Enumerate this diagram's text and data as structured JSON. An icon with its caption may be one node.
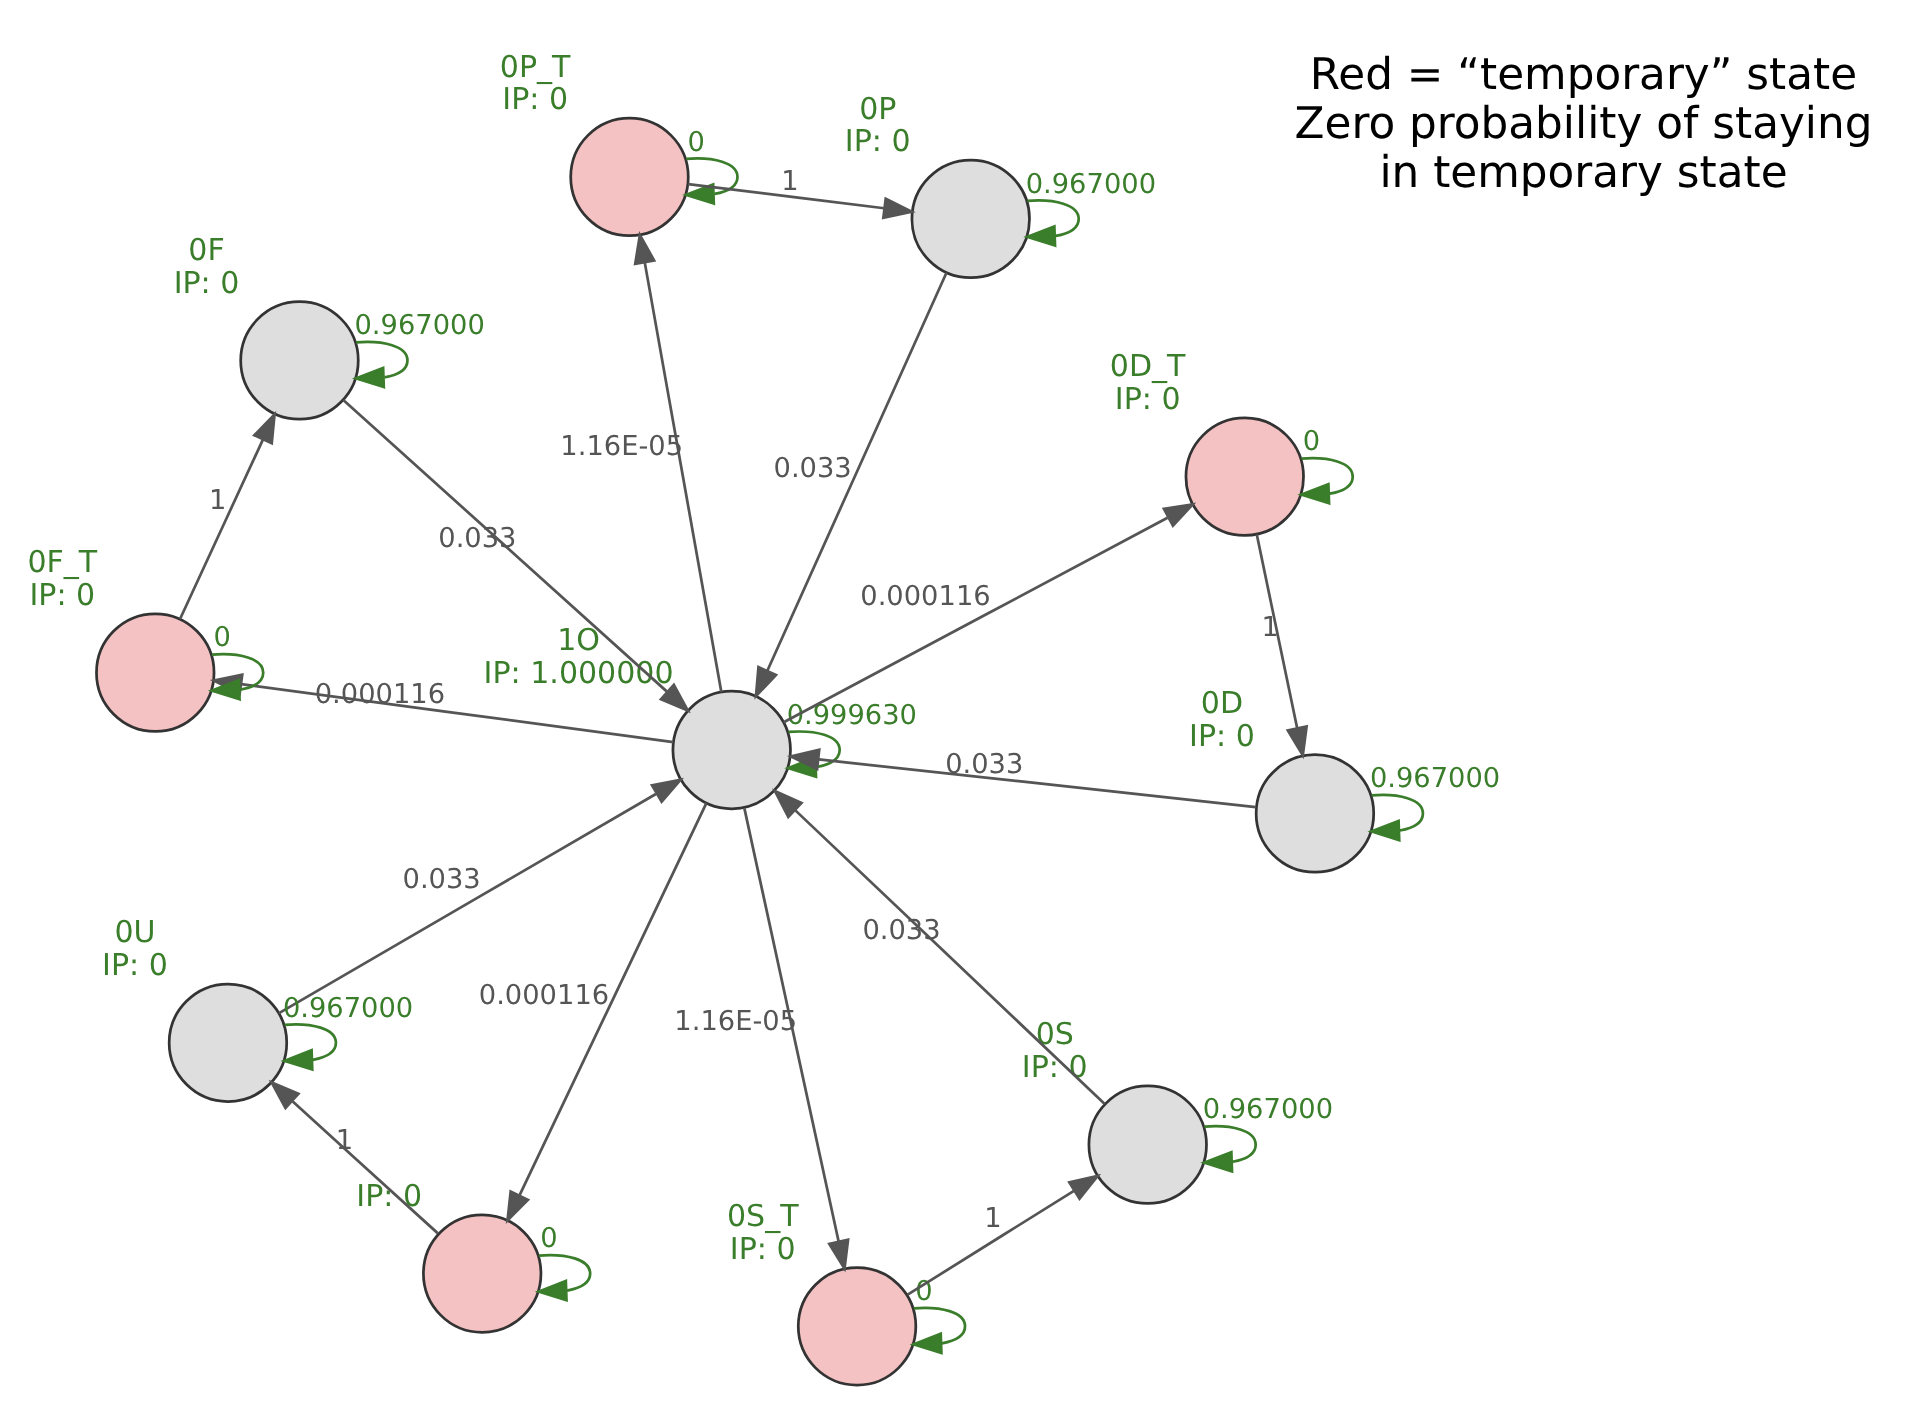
{
  "diagram": {
    "nodes": [
      {
        "text": [
          "0P_T"
        ],
        "beside": [
          "IP: 0"
        ]
      },
      {
        "text": [
          "0P"
        ],
        "beside": [
          "IP: 0"
        ]
      },
      {
        "text": [
          "0S_T"
        ],
        "beside": [
          "IP: 0"
        ]
      },
      {
        "text": [
          "0F"
        ],
        "beside": [
          "IP: 0"
        ]
      },
      {
        "text": [
          "0S"
        ],
        "beside": [
          "IP: 0"
        ]
      },
      {
        "text": [
          "1O"
        ],
        "beside": [
          "IP: 1.000000"
        ]
      },
      {
        "text": [
          "0F_T"
        ],
        "beside": [
          "IP: 0"
        ]
      },
      {
        "text": [
          "0D_T"
        ],
        "beside": [
          "IP: 0"
        ]
      },
      {
        "text": [
          "0U"
        ],
        "beside": [
          "IP: 0"
        ]
      },
      {
        "text": [
          "0D"
        ],
        "beside": [
          "IP: 0"
        ]
      },
      {
        "text": [],
        "shape": "circle",
        "beside": [
          "IP: 0"
        ]
      }
    ],
    "edges": [
      {
        "from": 0,
        "to": 0,
        "arrow": "to",
        "label": "0",
        "color": "#3a7d2a"
      },
      {
        "from": 1,
        "to": 1,
        "arrow": "to",
        "label": "0.967000",
        "color": "#3a7d2a"
      },
      {
        "from": 2,
        "to": 2,
        "arrow": "to",
        "label": "0",
        "color": "#3a7d2a"
      },
      {
        "from": 3,
        "to": 3,
        "arrow": "to",
        "label": "0.967000",
        "color": "#3a7d2a"
      },
      {
        "from": 4,
        "to": 4,
        "arrow": "to",
        "label": "0.967000",
        "color": "#3a7d2a"
      },
      {
        "from": 5,
        "to": 5,
        "arrow": "to",
        "label": "0.999630",
        "color": "#3a7d2a"
      },
      {
        "from": 6,
        "to": 6,
        "arrow": "to",
        "label": "0",
        "color": "#3a7d2a"
      },
      {
        "from": 7,
        "to": 7,
        "arrow": "to",
        "label": "0",
        "color": "#3a7d2a"
      },
      {
        "from": 8,
        "to": 8,
        "arrow": "to",
        "label": "0.967000",
        "color": "#3a7d2a"
      },
      {
        "from": 9,
        "to": 9,
        "arrow": "to",
        "label": "0.967000",
        "color": "#3a7d2a"
      },
      {
        "from": 10,
        "to": 10,
        "arrow": "to",
        "label": "0",
        "color": "#3a7d2a"
      },
      {
        "from": 0,
        "to": 1,
        "arrow": "to",
        "label": "1"
      },
      {
        "from": 1,
        "to": 5,
        "arrow": "to",
        "label": "0.033"
      },
      {
        "from": 5,
        "to": 0,
        "arrow": "to",
        "label": "1.16E-05"
      },
      {
        "from": 5,
        "to": 2,
        "arrow": "to",
        "label": "1.16E-05"
      },
      {
        "from": 2,
        "to": 4,
        "arrow": "to",
        "label": "1"
      },
      {
        "from": 4,
        "to": 5,
        "arrow": "to",
        "label": "0.033"
      },
      {
        "from": 3,
        "to": 5,
        "arrow": "to",
        "label": "0.033"
      },
      {
        "from": 6,
        "to": 3,
        "arrow": "to",
        "label": "1"
      },
      {
        "from": 5,
        "to": 6,
        "arrow": "to",
        "label": "0.000116"
      },
      {
        "from": 5,
        "to": 7,
        "arrow": "to",
        "label": "0.000116"
      },
      {
        "from": 9,
        "to": 5,
        "arrow": "to",
        "label": "0.033"
      },
      {
        "from": 7,
        "to": 9,
        "arrow": "to",
        "label": "1"
      },
      {
        "from": 5,
        "to": 10,
        "arrow": "to",
        "label": "0.000116"
      },
      {
        "from": 8,
        "to": 5,
        "arrow": "to",
        "label": "0.033"
      },
      {
        "from": 10,
        "to": 8,
        "arrow": "to",
        "label": "1"
      }
    ],
    "labels": [
      "Red = “temporary” state Zero probability of staying in temporary state"
    ]
  }
}
